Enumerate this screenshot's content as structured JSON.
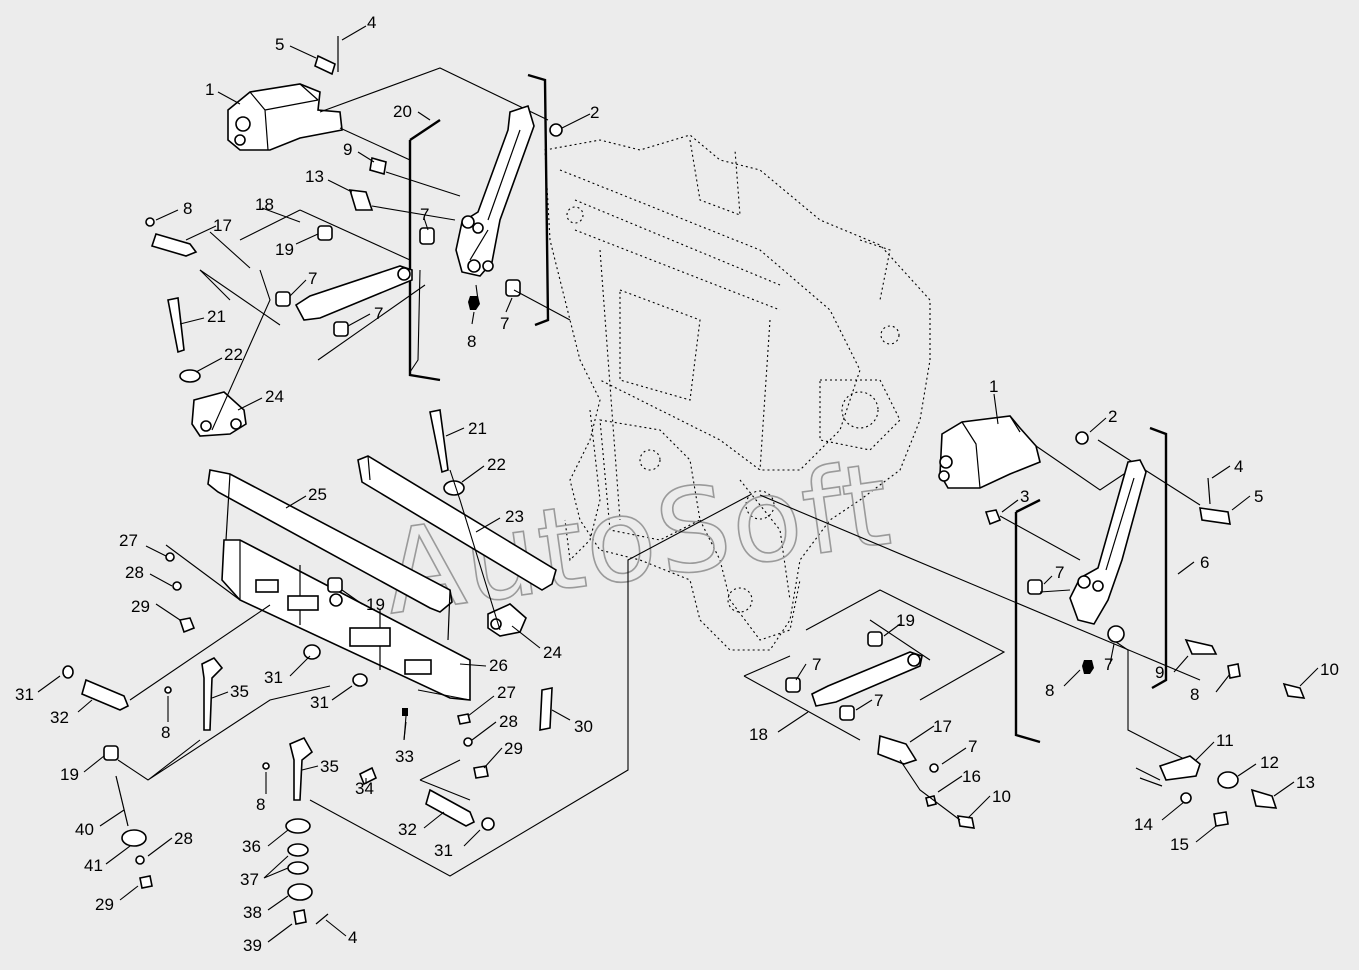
{
  "diagram": {
    "watermark": "AutoSoft",
    "colors": {
      "background": "#ececec",
      "line": "#000000",
      "watermark": "#9a9a9a"
    },
    "callouts": [
      {
        "id": "c1",
        "text": "1"
      },
      {
        "id": "c2",
        "text": "2"
      },
      {
        "id": "c3",
        "text": "4"
      },
      {
        "id": "c4",
        "text": "5"
      },
      {
        "id": "c5",
        "text": "9"
      },
      {
        "id": "c6",
        "text": "13"
      },
      {
        "id": "c7",
        "text": "20"
      },
      {
        "id": "c8",
        "text": "8"
      },
      {
        "id": "c9",
        "text": "17"
      },
      {
        "id": "c10",
        "text": "18"
      },
      {
        "id": "c11",
        "text": "19"
      },
      {
        "id": "c12",
        "text": "7"
      },
      {
        "id": "c13",
        "text": "7"
      },
      {
        "id": "c14",
        "text": "7"
      },
      {
        "id": "c15",
        "text": "7"
      },
      {
        "id": "c16",
        "text": "8"
      },
      {
        "id": "c17",
        "text": "21"
      },
      {
        "id": "c18",
        "text": "22"
      },
      {
        "id": "c19",
        "text": "24"
      },
      {
        "id": "c20",
        "text": "21"
      },
      {
        "id": "c21",
        "text": "22"
      },
      {
        "id": "c22",
        "text": "25"
      },
      {
        "id": "c23",
        "text": "23"
      },
      {
        "id": "c24",
        "text": "27"
      },
      {
        "id": "c25",
        "text": "28"
      },
      {
        "id": "c26",
        "text": "29"
      },
      {
        "id": "c27",
        "text": "19"
      },
      {
        "id": "c28",
        "text": "24"
      },
      {
        "id": "c29",
        "text": "26"
      },
      {
        "id": "c30",
        "text": "31"
      },
      {
        "id": "c31",
        "text": "31"
      },
      {
        "id": "c32",
        "text": "31"
      },
      {
        "id": "c33",
        "text": "32"
      },
      {
        "id": "c34",
        "text": "35"
      },
      {
        "id": "c35",
        "text": "8"
      },
      {
        "id": "c36",
        "text": "27"
      },
      {
        "id": "c37",
        "text": "28"
      },
      {
        "id": "c38",
        "text": "29"
      },
      {
        "id": "c39",
        "text": "30"
      },
      {
        "id": "c40",
        "text": "33"
      },
      {
        "id": "c41",
        "text": "34"
      },
      {
        "id": "c42",
        "text": "19"
      },
      {
        "id": "c43",
        "text": "40"
      },
      {
        "id": "c44",
        "text": "41"
      },
      {
        "id": "c45",
        "text": "28"
      },
      {
        "id": "c46",
        "text": "29"
      },
      {
        "id": "c47",
        "text": "35"
      },
      {
        "id": "c48",
        "text": "8"
      },
      {
        "id": "c49",
        "text": "36"
      },
      {
        "id": "c50",
        "text": "37"
      },
      {
        "id": "c51",
        "text": "38"
      },
      {
        "id": "c52",
        "text": "39"
      },
      {
        "id": "c53",
        "text": "4"
      },
      {
        "id": "c54",
        "text": "32"
      },
      {
        "id": "c55",
        "text": "31"
      },
      {
        "id": "c56",
        "text": "1"
      },
      {
        "id": "c57",
        "text": "2"
      },
      {
        "id": "c58",
        "text": "3"
      },
      {
        "id": "c59",
        "text": "4"
      },
      {
        "id": "c60",
        "text": "5"
      },
      {
        "id": "c61",
        "text": "6"
      },
      {
        "id": "c62",
        "text": "7"
      },
      {
        "id": "c63",
        "text": "19"
      },
      {
        "id": "c64",
        "text": "7"
      },
      {
        "id": "c65",
        "text": "7"
      },
      {
        "id": "c66",
        "text": "8"
      },
      {
        "id": "c67",
        "text": "9"
      },
      {
        "id": "c68",
        "text": "8"
      },
      {
        "id": "c69",
        "text": "10"
      },
      {
        "id": "c70",
        "text": "7"
      },
      {
        "id": "c71",
        "text": "18"
      },
      {
        "id": "c72",
        "text": "17"
      },
      {
        "id": "c73",
        "text": "7"
      },
      {
        "id": "c74",
        "text": "16"
      },
      {
        "id": "c75",
        "text": "10"
      },
      {
        "id": "c76",
        "text": "11"
      },
      {
        "id": "c77",
        "text": "12"
      },
      {
        "id": "c78",
        "text": "13"
      },
      {
        "id": "c79",
        "text": "14"
      },
      {
        "id": "c80",
        "text": "15"
      }
    ]
  }
}
